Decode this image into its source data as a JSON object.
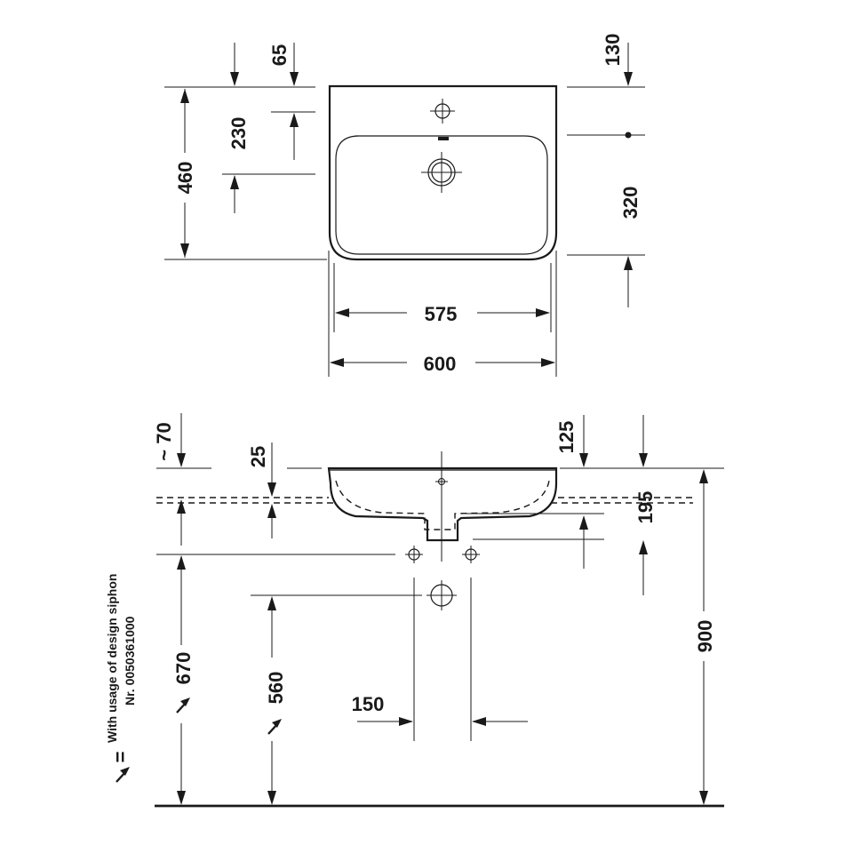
{
  "top_view": {
    "dim_65": "65",
    "dim_130": "130",
    "dim_230": "230",
    "dim_460": "460",
    "dim_320": "320",
    "dim_575": "575",
    "dim_600": "600"
  },
  "side_view": {
    "dim_70": "~ 70",
    "dim_25": "25",
    "dim_125": "125",
    "dim_195": "195",
    "dim_900": "900",
    "dim_670": "670",
    "dim_560": "560",
    "dim_150": "150"
  },
  "note": {
    "equals": "=",
    "line1": "With usage of design siphon",
    "line2": "Nr. 0050361000"
  }
}
